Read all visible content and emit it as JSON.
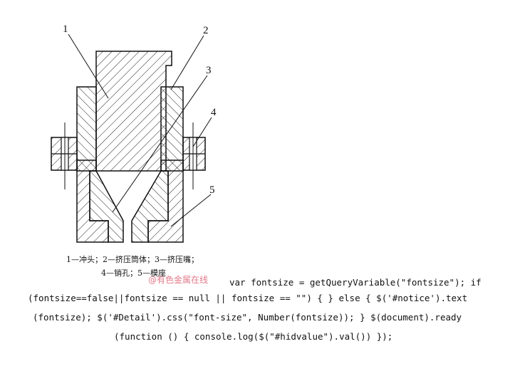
{
  "labels": [
    "1",
    "2",
    "3",
    "4",
    "5"
  ],
  "caption": {
    "line1": "1—冲头；2—挤压筒体；3—挤压嘴；",
    "line2": "4—销孔；5—模座"
  },
  "watermark": "@有色金属在线",
  "code": {
    "line1": "var fontsize = getQueryVariable(\"fontsize\"); if",
    "line2": "(fontsize==false||fontsize == null || fontsize == \"\") { } else { $('#notice').text",
    "line3": "(fontsize); $('#Detail').css(\"font-size\", Number(fontsize)); } $(document).ready",
    "line4": "(function () { console.log($(\"#hidvalue\").val()) });"
  }
}
